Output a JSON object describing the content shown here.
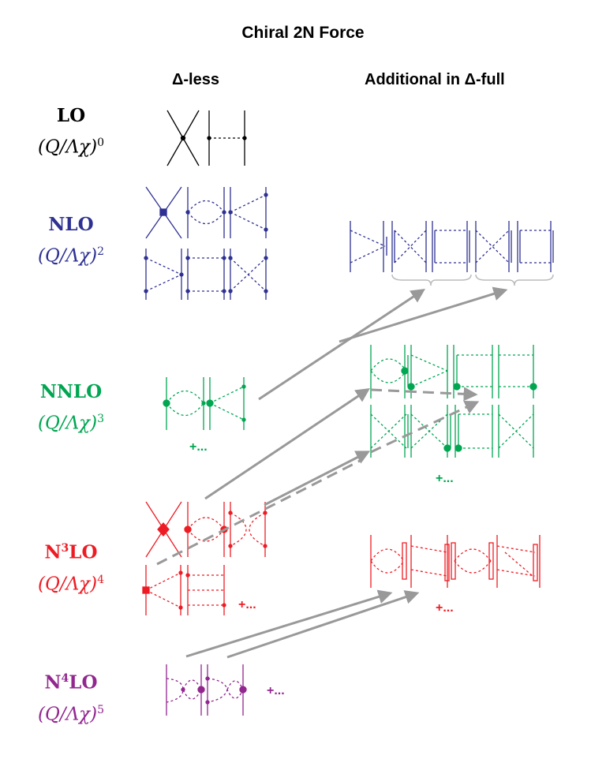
{
  "title": "Chiral 2N Force",
  "columns": {
    "delta_less": "Δ-less",
    "delta_full": "Additional in  Δ-full"
  },
  "colors": {
    "lo": "#000000",
    "nlo": "#2e3192",
    "nnlo": "#00a651",
    "n3lo": "#ed1c24",
    "n4lo": "#92278f",
    "arrows": "#999999"
  },
  "orders": [
    {
      "name": "LO",
      "sup": "",
      "power": "(Q/Λχ)",
      "exp": "0"
    },
    {
      "name": "NLO",
      "sup": "",
      "power": "(Q/Λχ)",
      "exp": "2"
    },
    {
      "name": "NNLO",
      "sup": "",
      "power": "(Q/Λχ)",
      "exp": "3"
    },
    {
      "name": "N",
      "sup": "3",
      "name_rest": "LO",
      "power": "(Q/Λχ)",
      "exp": "4"
    },
    {
      "name": "N",
      "sup": "4",
      "name_rest": "LO",
      "power": "(Q/Λχ)",
      "exp": "5"
    }
  ],
  "ellipsis": "+..."
}
